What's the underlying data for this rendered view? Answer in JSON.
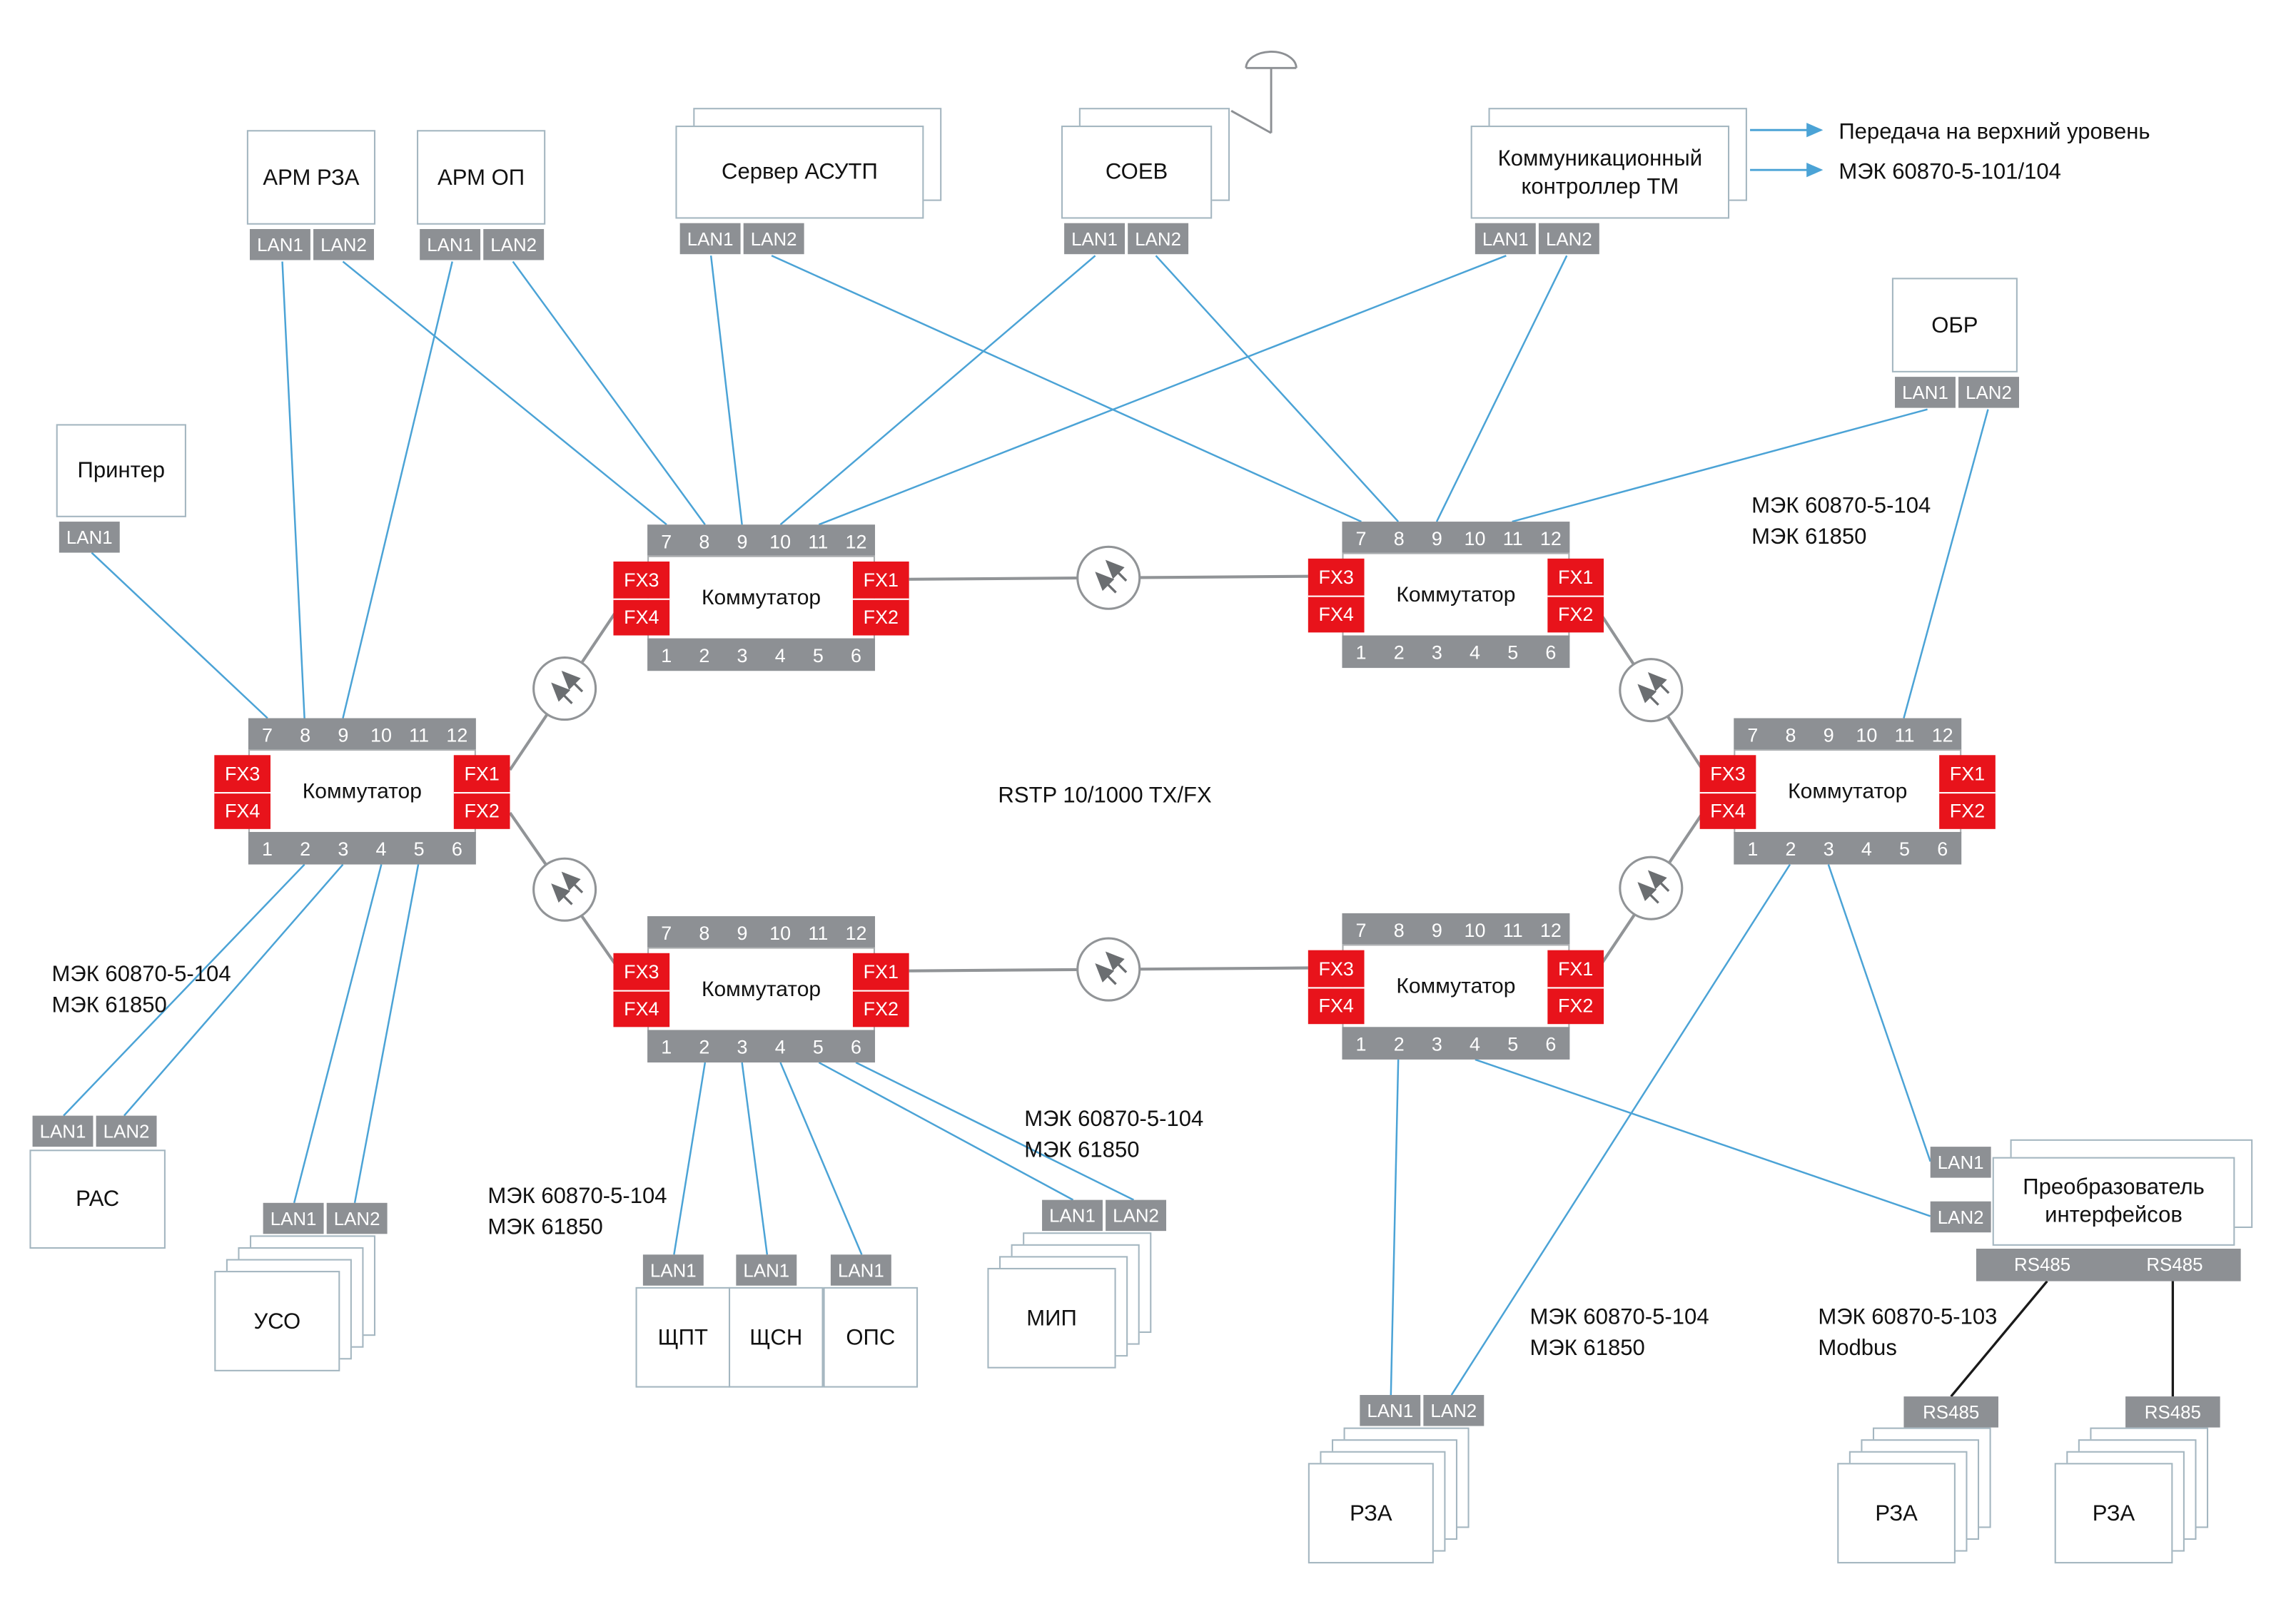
{
  "colors": {
    "fx_red": "#e8131b",
    "port_gray": "#8d9094",
    "line_blue": "#4ba3d6",
    "line_ring": "#919497",
    "line_black": "#1a1a1a"
  },
  "sw": {
    "label": "Коммутатор",
    "top": [
      "7",
      "8",
      "9",
      "10",
      "11",
      "12"
    ],
    "bottom": [
      "1",
      "2",
      "3",
      "4",
      "5",
      "6"
    ],
    "fxl": [
      "FX3",
      "FX4"
    ],
    "fxr": [
      "FX1",
      "FX2"
    ]
  },
  "devices": {
    "arm_rza": {
      "label": "АРМ РЗА",
      "ports": [
        "LAN1",
        "LAN2"
      ]
    },
    "arm_op": {
      "label": "АРМ ОП",
      "ports": [
        "LAN1",
        "LAN2"
      ]
    },
    "server_asutp": {
      "label": "Сервер АСУТП",
      "ports": [
        "LAN1",
        "LAN2"
      ]
    },
    "soev": {
      "label": "СОЕВ",
      "ports": [
        "LAN1",
        "LAN2"
      ]
    },
    "controller_tm": {
      "label_line1": "Коммуникационный",
      "label_line2": "контроллер ТМ",
      "ports": [
        "LAN1",
        "LAN2"
      ]
    },
    "obr": {
      "label": "ОБР",
      "ports": [
        "LAN1",
        "LAN2"
      ]
    },
    "printer": {
      "label": "Принтер",
      "ports": [
        "LAN1"
      ]
    },
    "ras": {
      "label": "РАС",
      "ports": [
        "LAN1",
        "LAN2"
      ]
    },
    "uso": {
      "label": "УСО",
      "ports": [
        "LAN1",
        "LAN2"
      ]
    },
    "shpt": {
      "label": "ЩПТ",
      "ports": [
        "LAN1"
      ]
    },
    "shsn": {
      "label": "ЩСН",
      "ports": [
        "LAN1"
      ]
    },
    "ops": {
      "label": "ОПС",
      "ports": [
        "LAN1"
      ]
    },
    "mip": {
      "label": "МИП",
      "ports": [
        "LAN1",
        "LAN2"
      ]
    },
    "rza_lan": {
      "label": "РЗА",
      "ports": [
        "LAN1",
        "LAN2"
      ]
    },
    "converter": {
      "label_line1": "Преобразователь",
      "label_line2": "интерфейсов",
      "side_ports": [
        "LAN1",
        "LAN2"
      ],
      "bottom_ports": [
        "RS485",
        "RS485"
      ]
    },
    "rza_rs1": {
      "label": "РЗА",
      "ports": [
        "RS485"
      ]
    },
    "rza_rs2": {
      "label": "РЗА",
      "ports": [
        "RS485"
      ]
    }
  },
  "annotations": {
    "uplink_line1": "Передача на верхний уровень",
    "uplink_line2": "МЭК 60870-5-101/104",
    "iec104_61850": [
      "МЭК 60870-5-104",
      "МЭК 61850"
    ],
    "iec103_modbus": [
      "МЭК 60870-5-103",
      "Modbus"
    ],
    "ring": "RSTP 10/1000 TX/FX"
  }
}
